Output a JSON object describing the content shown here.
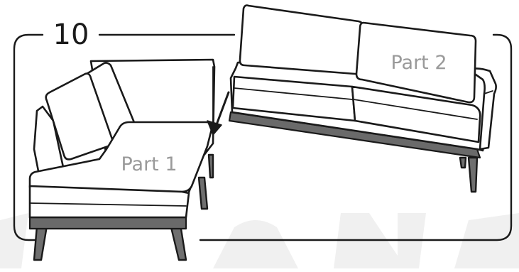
{
  "step": {
    "number": "10"
  },
  "labels": {
    "part1": "Part 1",
    "part2": "Part 2"
  },
  "colors": {
    "line": "#1a1a1a",
    "label": "#9a9a9a",
    "leg": "#6f6f6f",
    "watermark": "#f0f0f0"
  },
  "icons": {
    "arrow": "down-arrow-icon"
  }
}
